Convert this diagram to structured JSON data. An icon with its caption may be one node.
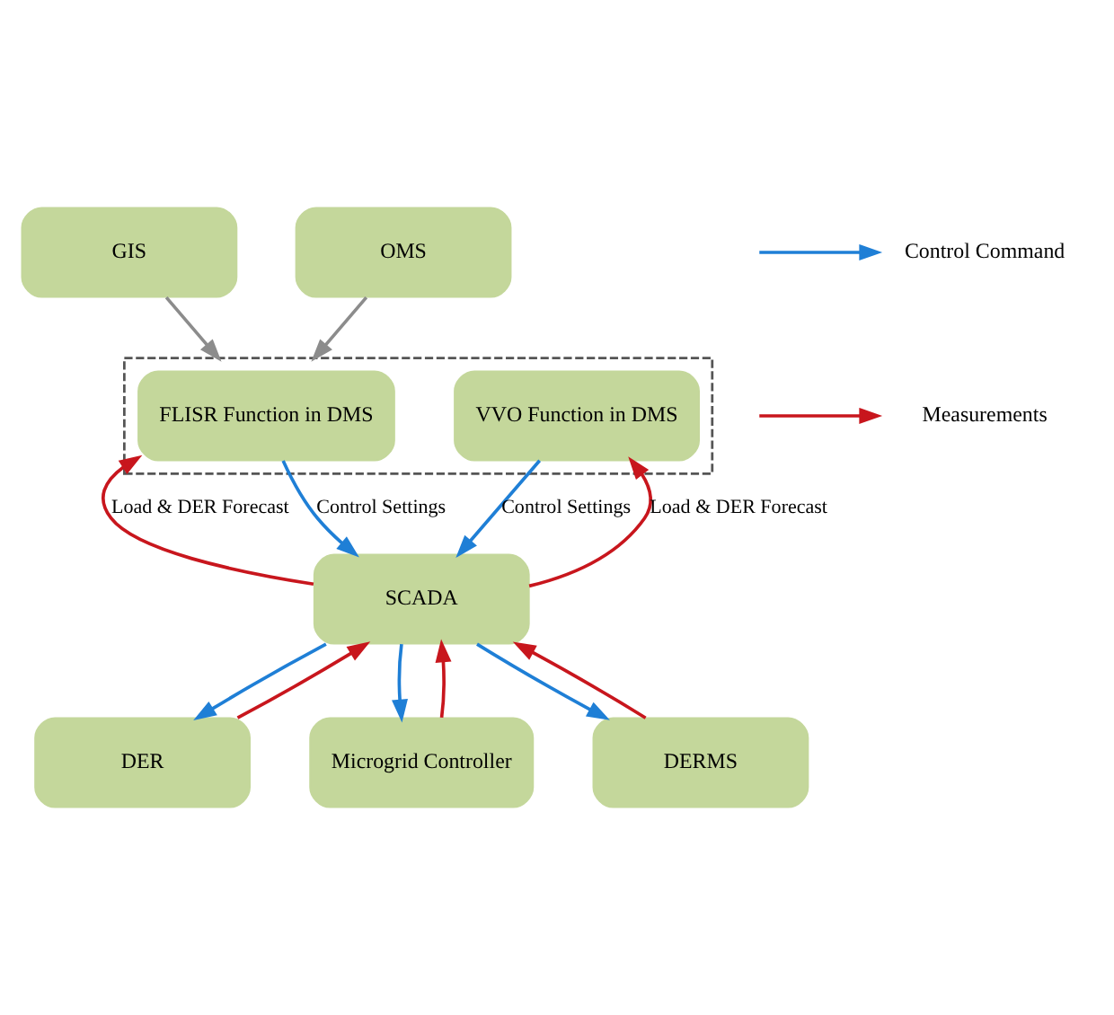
{
  "diagram": {
    "nodes": [
      {
        "text": [
          "GIS"
        ]
      },
      {
        "text": [
          "OMS"
        ]
      },
      {
        "text": [],
        "shape": "box"
      },
      {
        "text": [
          "FLISR Function in DMS"
        ],
        "in": 2
      },
      {
        "text": [
          "VVO Function in DMS"
        ],
        "in": 2
      },
      {
        "text": [
          "SCADA"
        ]
      },
      {
        "text": [
          "DER"
        ]
      },
      {
        "text": [
          "Microgrid Controller"
        ]
      },
      {
        "text": [
          "DERMS"
        ]
      }
    ],
    "edges": [
      {
        "from": 0,
        "to": 2,
        "arrow": "to",
        "color": "#8c8c8c"
      },
      {
        "from": 1,
        "to": 2,
        "arrow": "to",
        "color": "#8c8c8c"
      },
      {
        "from": 3,
        "to": 5,
        "arrow": "to",
        "label": "Control Settings",
        "color": "#1f7fd6"
      },
      {
        "from": 5,
        "to": 3,
        "arrow": "to",
        "label": "Load & DER Forecast",
        "color": "#c8161d"
      },
      {
        "from": 4,
        "to": 5,
        "arrow": "to",
        "label": "Control Settings",
        "color": "#1f7fd6"
      },
      {
        "from": 5,
        "to": 4,
        "arrow": "to",
        "label": "Load & DER Forecast",
        "color": "#c8161d"
      },
      {
        "from": 6,
        "to": 5,
        "arrow": "to",
        "color": "#c8161d"
      },
      {
        "from": 5,
        "to": 6,
        "arrow": "to",
        "color": "#1f7fd6"
      },
      {
        "from": 5,
        "to": 7,
        "arrow": "to",
        "color": "#1f7fd6"
      },
      {
        "from": 7,
        "to": 5,
        "arrow": "to",
        "color": "#c8161d"
      },
      {
        "from": 5,
        "to": 8,
        "arrow": "to",
        "color": "#1f7fd6"
      },
      {
        "from": 8,
        "to": 5,
        "arrow": "to",
        "color": "#c8161d"
      }
    ],
    "legend": [
      {
        "text": "Control Command",
        "color": "#1f7fd6"
      },
      {
        "text": "Measurements",
        "color": "#c8161d"
      }
    ]
  }
}
